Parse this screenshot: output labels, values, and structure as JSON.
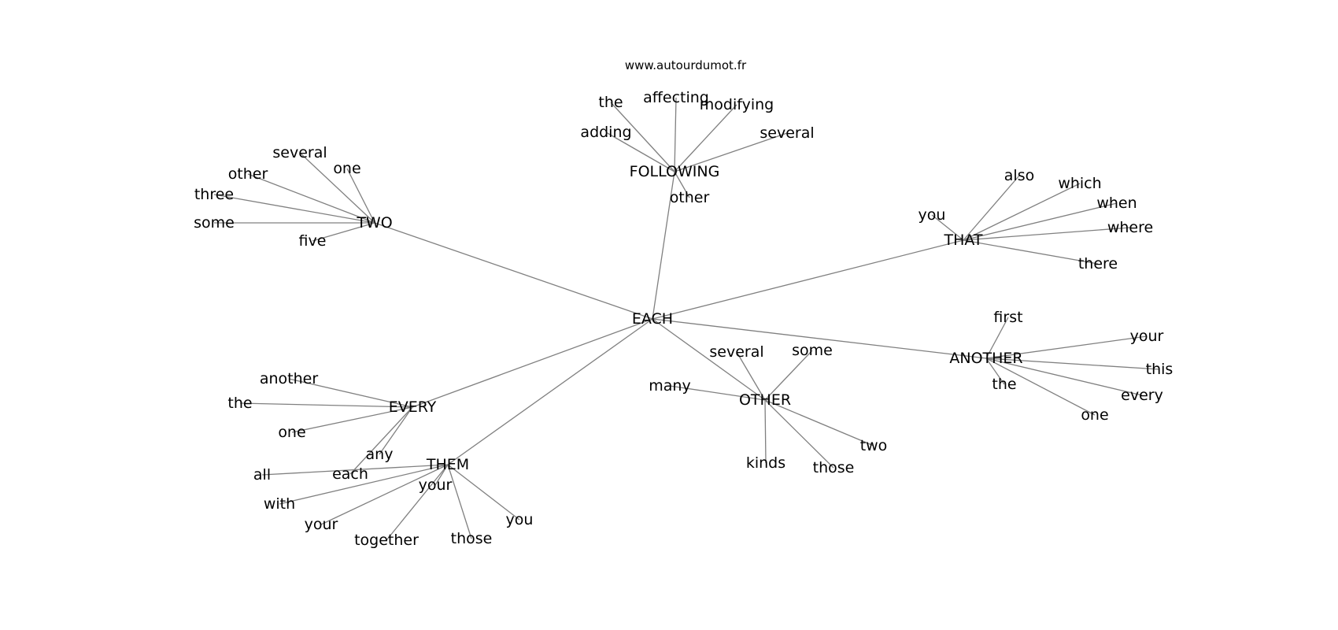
{
  "source_text": "www.autourdumot.fr",
  "center": "EACH",
  "hubs": {
    "two": {
      "label": "TWO",
      "words": [
        "several",
        "one",
        "other",
        "three",
        "some",
        "five"
      ]
    },
    "following": {
      "label": "FOLLOWING",
      "words": [
        "the",
        "affecting",
        "modifying",
        "adding",
        "several",
        "other"
      ]
    },
    "that": {
      "label": "THAT",
      "words": [
        "also",
        "which",
        "you",
        "when",
        "where",
        "there"
      ]
    },
    "another": {
      "label": "ANOTHER",
      "words": [
        "first",
        "your",
        "this",
        "the",
        "every",
        "one"
      ]
    },
    "other": {
      "label": "OTHER",
      "words": [
        "several",
        "some",
        "many",
        "two",
        "kinds",
        "those"
      ]
    },
    "every": {
      "label": "EVERY",
      "words": [
        "another",
        "the",
        "one",
        "any",
        "each"
      ]
    },
    "them": {
      "label": "THEM",
      "words": [
        "all",
        "your",
        "with",
        "your",
        "together",
        "those",
        "you"
      ]
    }
  }
}
